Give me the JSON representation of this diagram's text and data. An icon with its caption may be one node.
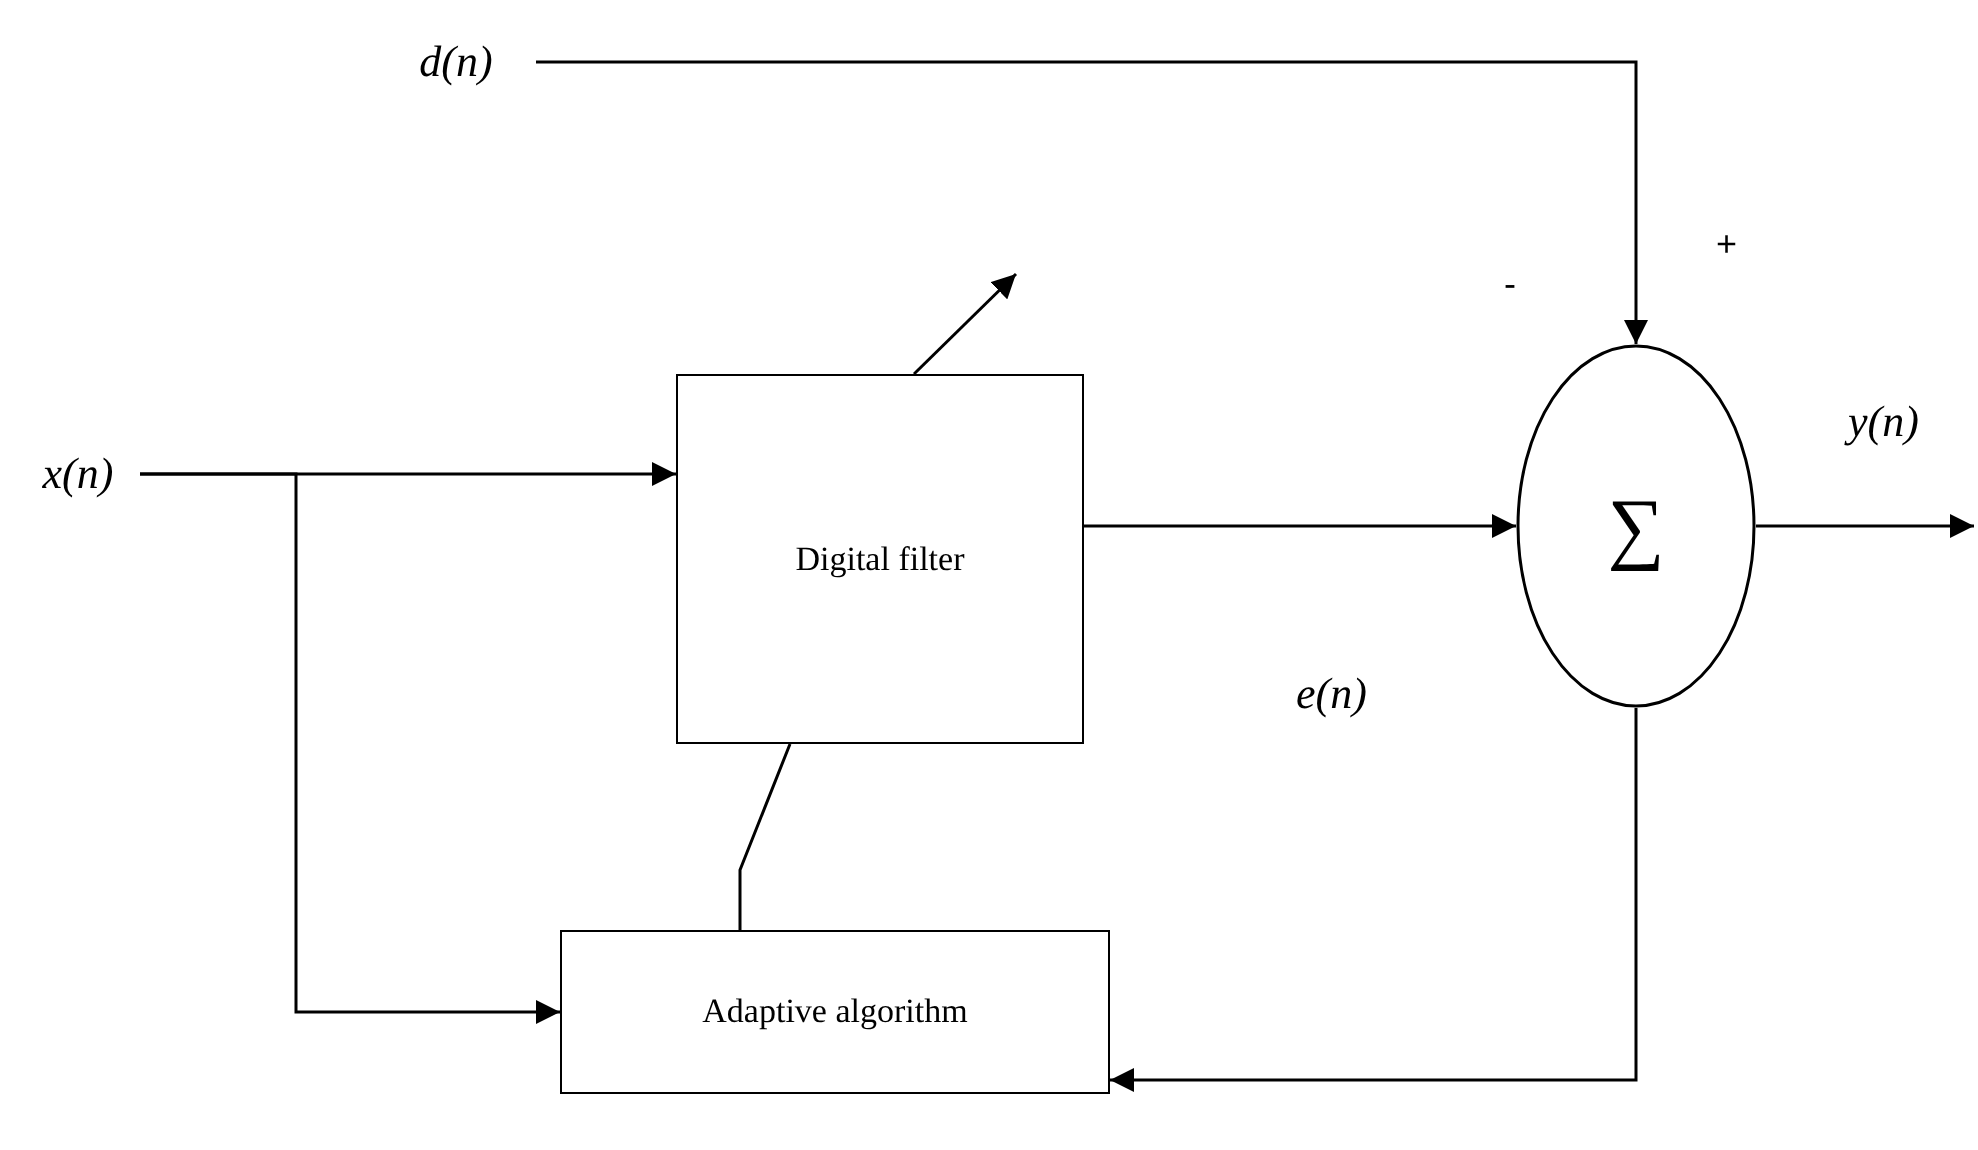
{
  "diagram": {
    "nodes": [
      {
        "text": [
          "x(n)"
        ]
      },
      {
        "text": [
          "d(n)"
        ]
      },
      {
        "text": [
          "Digital filter"
        ]
      },
      {
        "text": [
          "∑"
        ]
      },
      {
        "text": [
          "Adaptive algorithm"
        ]
      }
    ],
    "edges": [
      {
        "from": 0,
        "to": 2,
        "arrow": "to"
      },
      {
        "from": 0,
        "to": 4,
        "arrow": "to"
      },
      {
        "from": 1,
        "to": 3,
        "arrow": "to"
      },
      {
        "from": 2,
        "to": 3,
        "arrow": "to",
        "label": "e(n)"
      },
      {
        "from": 3,
        "to": null,
        "arrow": "to",
        "label": "y(n)"
      },
      {
        "from": 3,
        "to": 4,
        "arrow": "to"
      },
      {
        "from": 4,
        "to": 2,
        "arrow": "none"
      }
    ],
    "labels": [
      "-",
      "+"
    ]
  }
}
